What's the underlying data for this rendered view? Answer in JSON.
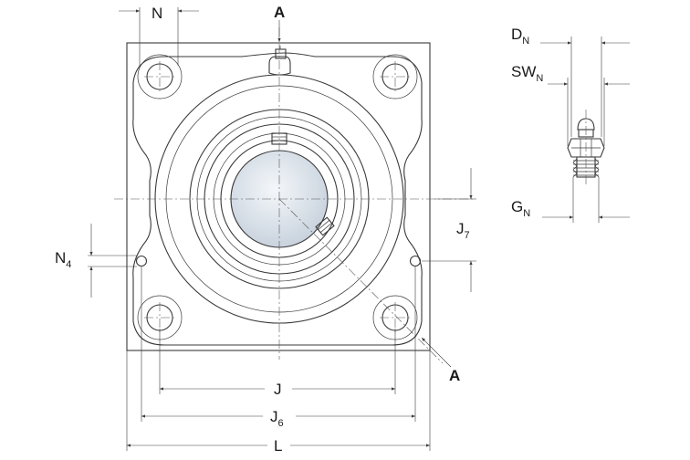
{
  "section_marker": "A",
  "labels": {
    "N": "N",
    "N4_main": "N",
    "N4_sub": "4",
    "J": "J",
    "J6_main": "J",
    "J6_sub": "6",
    "J7_main": "J",
    "J7_sub": "7",
    "L": "L",
    "DN_main": "D",
    "DN_sub": "N",
    "SWN_main": "SW",
    "SWN_sub": "N",
    "GN_main": "G",
    "GN_sub": "N"
  },
  "colors": {
    "line": "#3a3a3a",
    "shaft_fill": "#dfe6ee"
  }
}
